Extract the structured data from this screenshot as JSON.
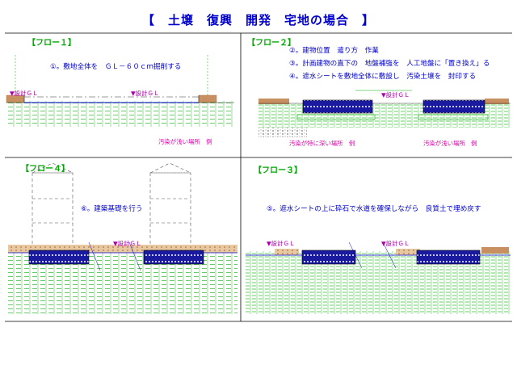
{
  "title": "【　土壌　復興　開発　宅地の場合　】",
  "colors": {
    "title": "#0000cc",
    "label": "#00aa00",
    "note": "#0000cc",
    "location": "#dd00aa",
    "gl": "#aa00aa",
    "frame": "#000000",
    "sheet": "#1a1aa0",
    "soil": "#00aa00",
    "fill": "#c89060"
  },
  "panels": {
    "flow1": {
      "label": "【フロー１】",
      "note": "①。敷地全体を　ＧＬ－６０ｃｍ掘削する",
      "gl": "▼設計ＧＬ",
      "gl2": "▼設計ＧＬ",
      "location": "汚染が浅い場所　例"
    },
    "flow2": {
      "label": "【フロー２】",
      "notes": [
        "②。建物位置　遣り方　作業",
        "③。計画建物の直下の　地盤補強を　人工地盤に「置き換え」る",
        "④。遮水シートを敷地全体に敷設し　汚染土壌を　封印する"
      ],
      "gl": "▼設計ＧＬ",
      "location_left": "汚染が特に深い場所　例",
      "location_right": "汚染が浅い場所　例"
    },
    "flow4": {
      "label": "【フロー４】",
      "note": "⑥。建築基礎を行う",
      "gl": "▼設計ＧＬ"
    },
    "flow3": {
      "label": "【フロー３】",
      "note": "⑤。遮水シートの上に砕石で水道を確保しながら　良質土で埋め戻す",
      "gl": "▼設計ＧＬ",
      "gl2": "▼設計ＧＬ"
    }
  }
}
